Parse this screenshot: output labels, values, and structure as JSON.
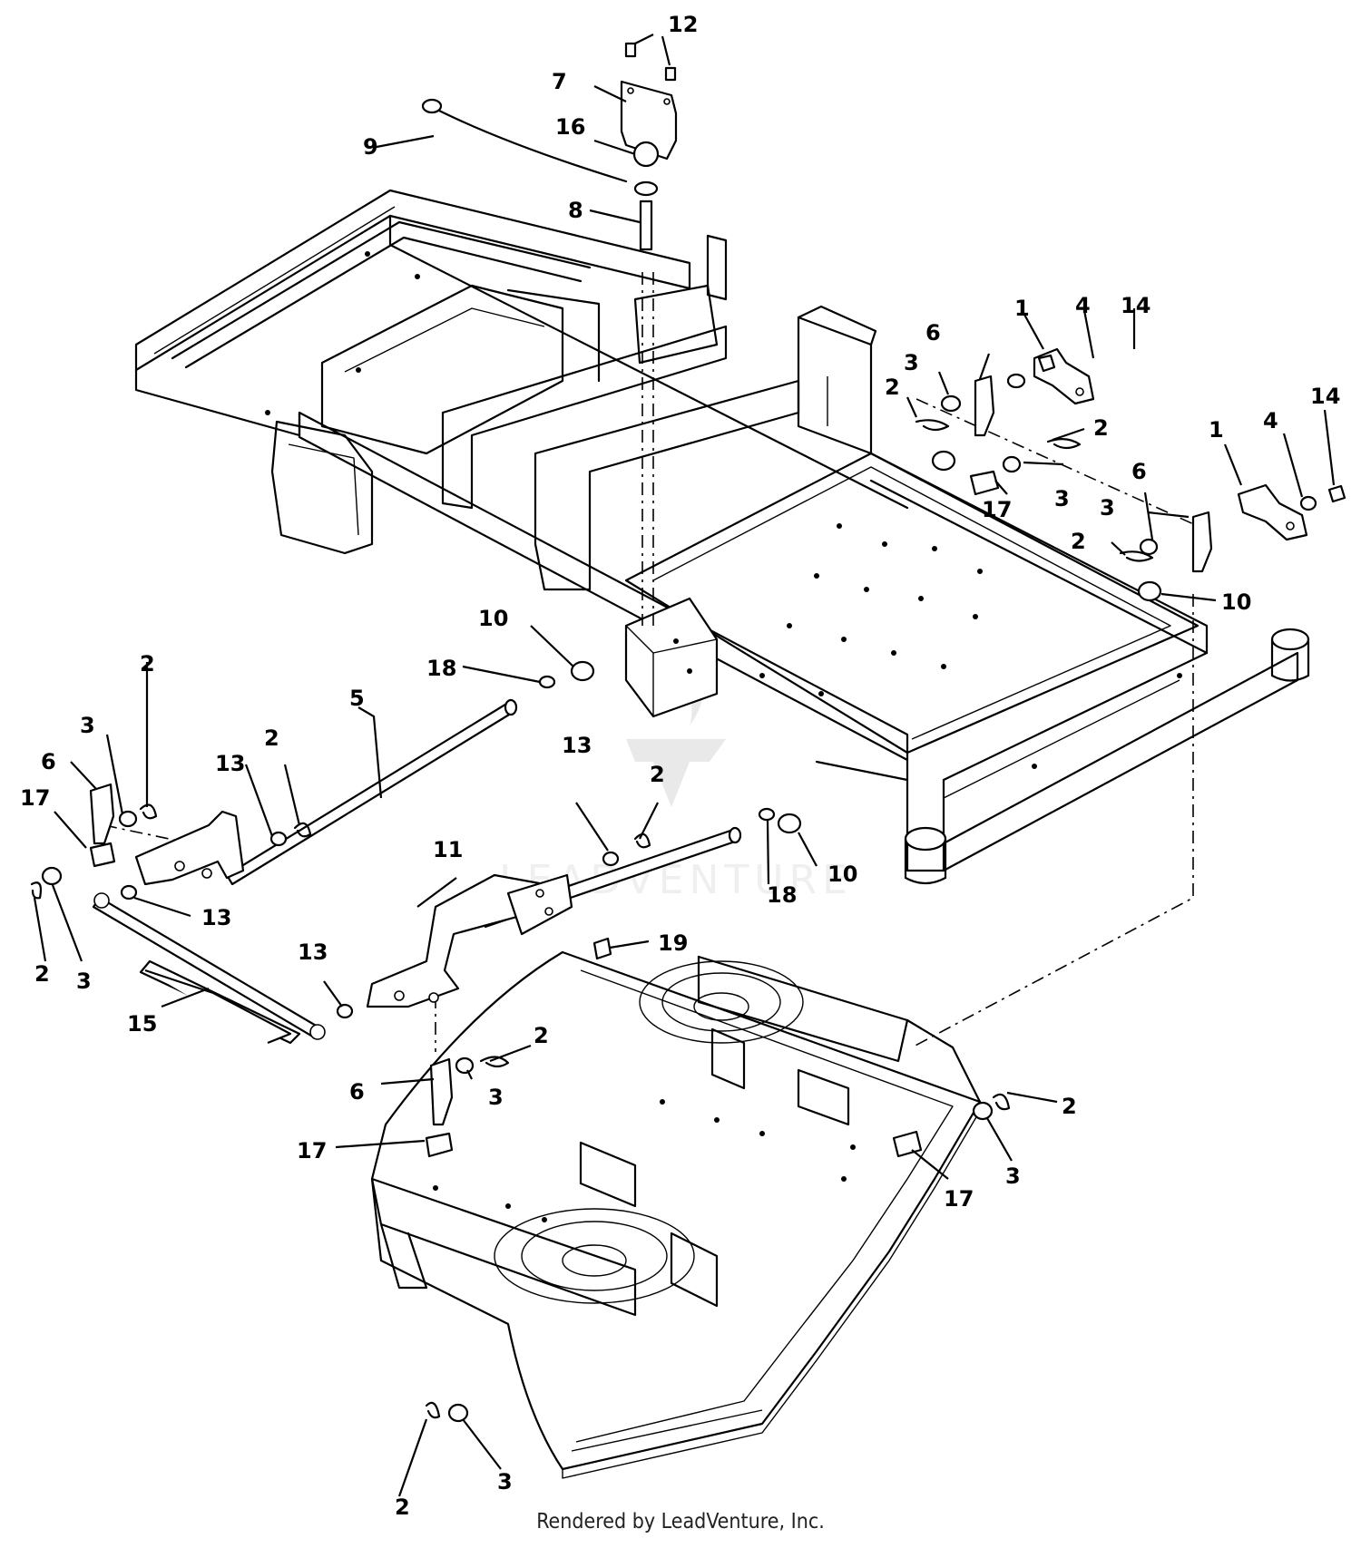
{
  "labels": [
    "1",
    "2",
    "3",
    "4",
    "5",
    "6",
    "7",
    "8",
    "9",
    "10",
    "11",
    "12",
    "13",
    "14",
    "15",
    "16",
    "17",
    "18",
    "19"
  ],
  "watermark": "LEADVENTURE",
  "footer": "Rendered by LeadVenture, Inc."
}
